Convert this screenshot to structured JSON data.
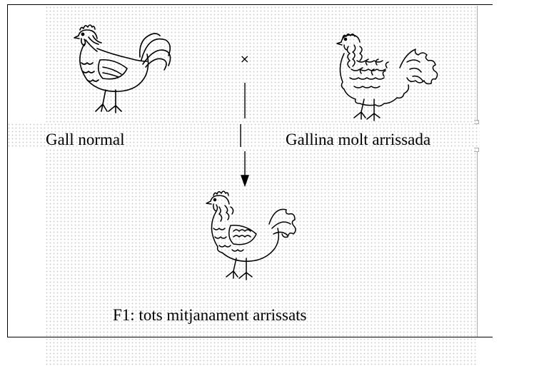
{
  "diagram": {
    "parent_left": {
      "label": "Gall normal",
      "icon": "rooster-normal-icon"
    },
    "parent_right": {
      "label": "Gallina molt arrissada",
      "icon": "hen-frizzled-icon"
    },
    "cross_symbol": "×",
    "offspring": {
      "label": "F1: tots mitjanament arrissats",
      "icon": "rooster-half-frizzled-icon"
    }
  }
}
